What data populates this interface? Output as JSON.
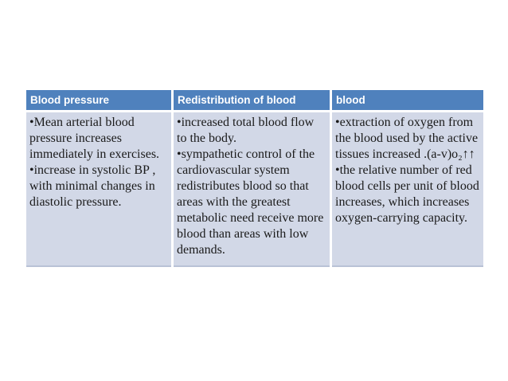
{
  "colors": {
    "header_bg": "#4f81bd",
    "header_text": "#ffffff",
    "body_bg": "#d2d8e7",
    "body_text": "#1a1a1a",
    "gap": "#ffffff",
    "bottom_edge": "#b9c2d6"
  },
  "table": {
    "columns": [
      {
        "header": "Blood pressure",
        "bullets": [
          "•Mean arterial blood pressure increases immediately in exercises.",
          "•increase in systolic BP , with minimal changes in diastolic pressure."
        ]
      },
      {
        "header": "Redistribution of blood",
        "bullets": [
          "•increased total blood flow to the body.",
          "•sympathetic control of the cardiovascular system redistributes blood so that areas with the greatest metabolic need receive more blood than areas with low demands."
        ]
      },
      {
        "header": "blood",
        "bullets": [
          "•extraction of oxygen from the blood used by the active tissues increased .(a-v)o₂↑↑",
          "•the relative number of red blood cells per unit of blood increases, which increases oxygen-carrying capacity."
        ]
      }
    ]
  }
}
